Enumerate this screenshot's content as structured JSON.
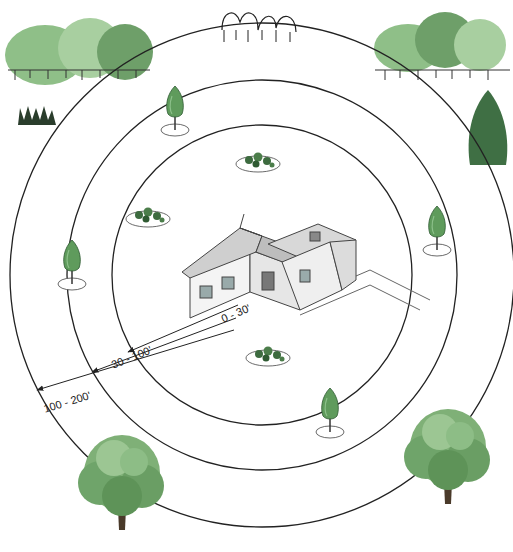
{
  "diagram": {
    "labels": [
      "0 - 30'",
      "30 - 100'",
      "100 - 200'"
    ]
  }
}
